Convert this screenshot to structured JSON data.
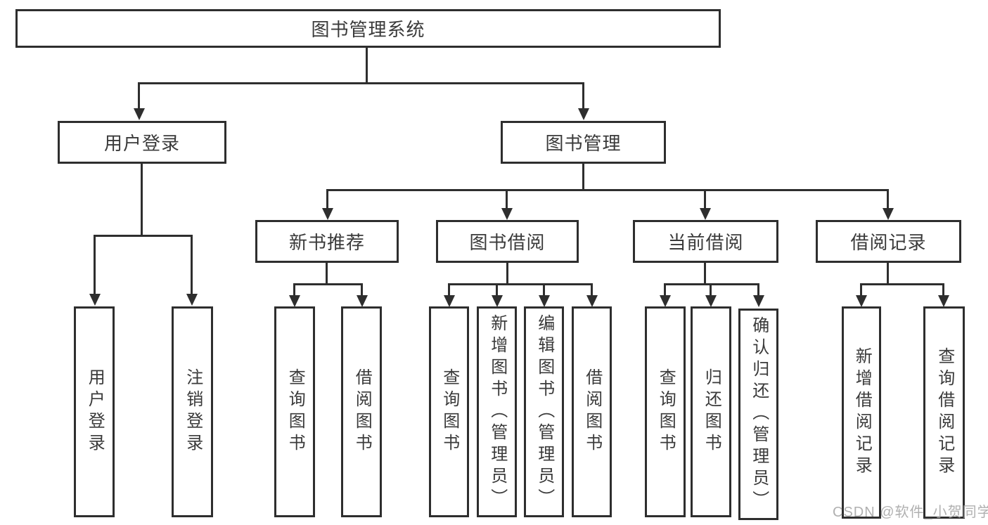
{
  "diagram": {
    "root": {
      "label": "图书管理系统"
    },
    "branches": [
      {
        "label": "用户登录",
        "children": [
          {
            "label": "用户登录"
          },
          {
            "label": "注销登录"
          }
        ]
      },
      {
        "label": "图书管理",
        "children": [
          {
            "label": "新书推荐",
            "children": [
              {
                "label": "查询图书"
              },
              {
                "label": "借阅图书"
              }
            ]
          },
          {
            "label": "图书借阅",
            "children": [
              {
                "label": "查询图书"
              },
              {
                "label": "新增图书（管理员）"
              },
              {
                "label": "编辑图书（管理员）"
              },
              {
                "label": "借阅图书"
              }
            ]
          },
          {
            "label": "当前借阅",
            "children": [
              {
                "label": "查询图书"
              },
              {
                "label": "归还图书"
              },
              {
                "label": "确认归还（管理员）"
              }
            ]
          },
          {
            "label": "借阅记录",
            "children": [
              {
                "label": "新增借阅记录"
              },
              {
                "label": "查询借阅记录"
              }
            ]
          }
        ]
      }
    ]
  },
  "watermark": {
    "text": "CSDN @软件_小贺同学"
  },
  "colors": {
    "line": "#2e2e2e",
    "text": "#3a3a3a",
    "background": "#ffffff",
    "watermark": "#a8a8a8"
  },
  "icons": {
    "arrow": "arrow-down-icon"
  }
}
